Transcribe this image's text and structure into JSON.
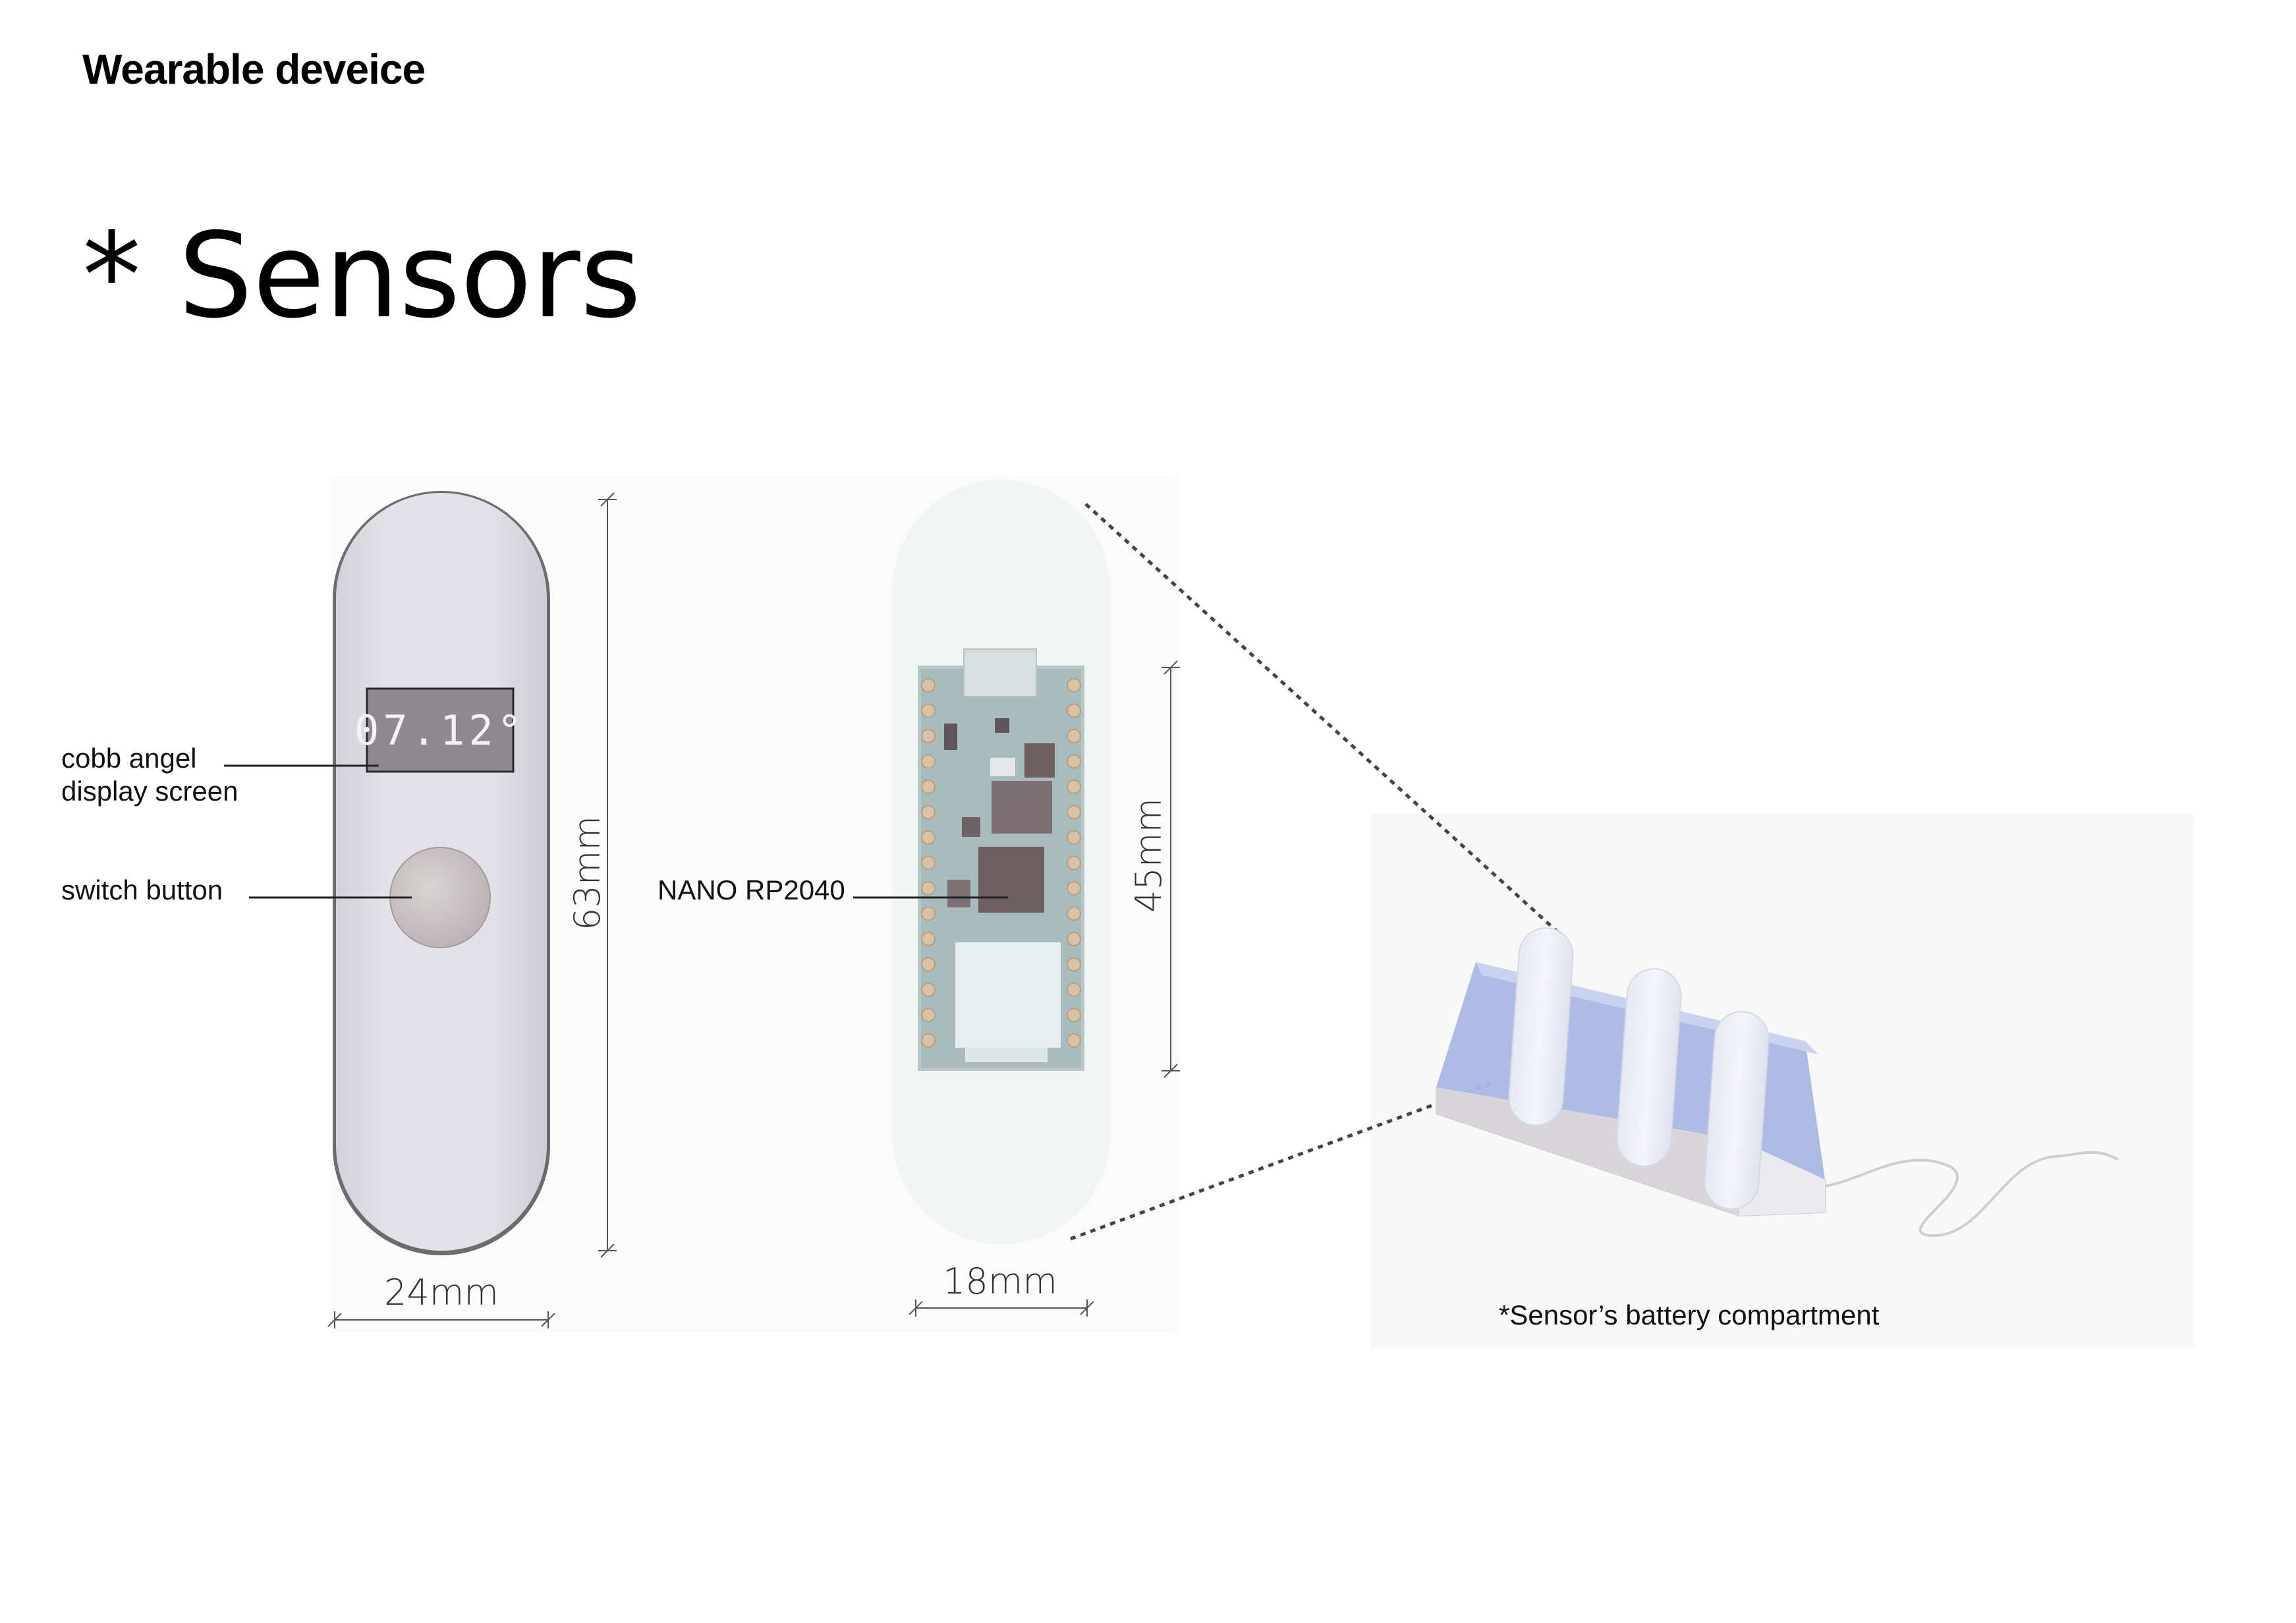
{
  "header": {
    "title": "Wearable deveice"
  },
  "section": {
    "title": "* Sensors"
  },
  "device": {
    "display_reading": "07.12°",
    "labels": {
      "screen_line1": "cobb angel",
      "screen_line2": "display screen",
      "button": "switch button"
    },
    "dims": {
      "height": "63mm",
      "width": "24mm"
    }
  },
  "board": {
    "label": "NANO RP2040",
    "dims": {
      "height": "45mm",
      "width": "18mm"
    }
  },
  "battery": {
    "caption": "*Sensor’s battery compartment"
  },
  "colors": {
    "device_body": "#dcdcE2",
    "board_pcb": "#8aa3a6",
    "compartment_blue": "#aab8e4",
    "panel_bg": "#fafafa"
  }
}
